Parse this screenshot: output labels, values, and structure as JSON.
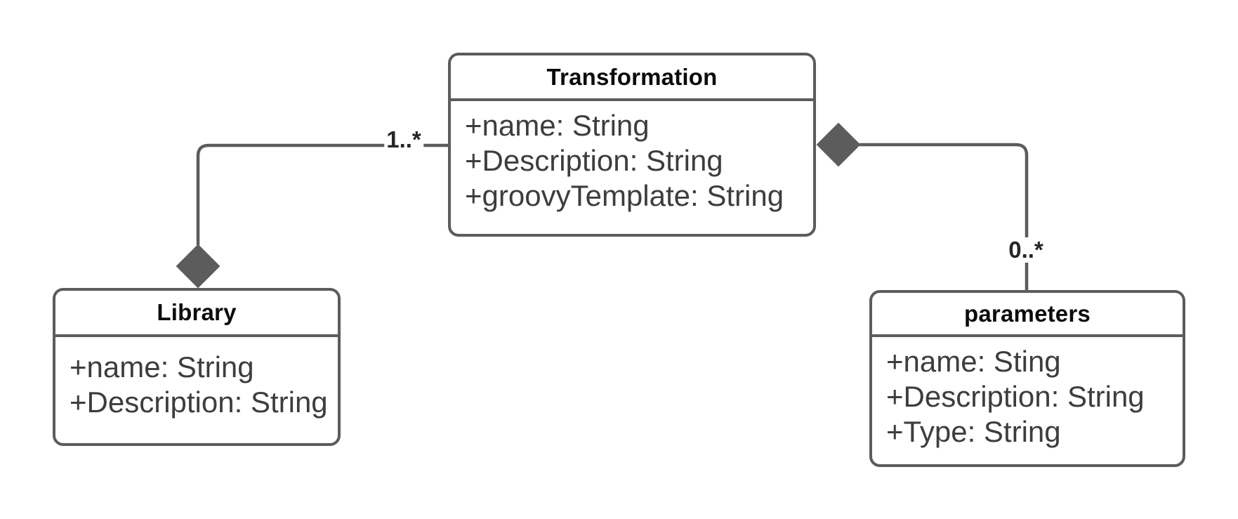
{
  "diagram": {
    "type": "uml-class-diagram",
    "background_color": "#ffffff",
    "colors": {
      "stroke": "#5c5c5c",
      "diamond_fill": "#5c5c5c",
      "title_text": "#0b0b0b",
      "attribute_text": "#3d3d3d",
      "label_text": "#262626"
    },
    "classes": [
      {
        "name": "Transformation",
        "attributes": [
          "+name: String",
          "+Description: String",
          "+groovyTemplate: String"
        ]
      },
      {
        "name": "Library",
        "attributes": [
          "+name: String",
          "+Description: String"
        ]
      },
      {
        "name": "parameters",
        "attributes": [
          "+name: Sting",
          "+Description: String",
          "+Type: String"
        ]
      }
    ],
    "relations": [
      {
        "type": "composition",
        "diamond_at": "Library",
        "from": "Library",
        "to": "Transformation",
        "multiplicity": "1..*"
      },
      {
        "type": "composition",
        "diamond_at": "Transformation",
        "from": "Transformation",
        "to": "parameters",
        "multiplicity": "0..*"
      }
    ]
  }
}
